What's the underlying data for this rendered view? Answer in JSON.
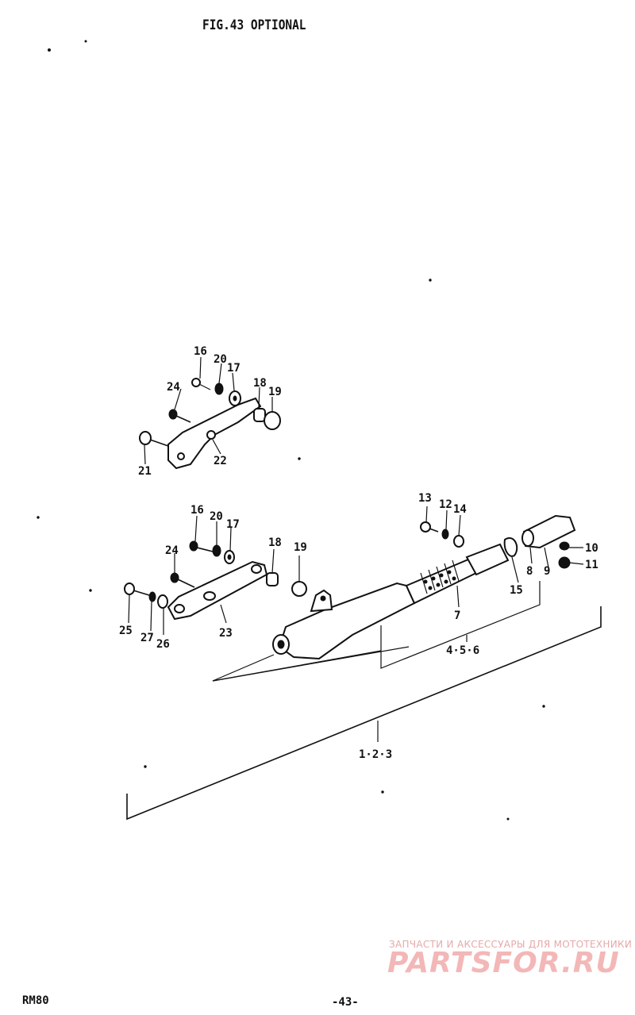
{
  "header": {
    "title": "FIG.43  OPTIONAL"
  },
  "footer": {
    "model": "RM80",
    "page": "-43-"
  },
  "watermark": {
    "tagline": "ЗАПЧАСТИ И АКСЕССУАРЫ ДЛЯ МОТОТЕХНИКИ",
    "logo": "PARTSFOR.RU"
  },
  "callouts": {
    "c16a": "16",
    "c20a": "20",
    "c17a": "17",
    "c24a": "24",
    "c18a": "18",
    "c19a": "19",
    "c21": "21",
    "c22": "22",
    "c16b": "16",
    "c20b": "20",
    "c17b": "17",
    "c24b": "24",
    "c18b": "18",
    "c19b": "19",
    "c25": "25",
    "c27": "27",
    "c26": "26",
    "c23": "23",
    "c13": "13",
    "c12": "12",
    "c14": "14",
    "c10": "10",
    "c11": "11",
    "c15": "15",
    "c8": "8",
    "c9": "9",
    "c7": "7",
    "c456": "4·5·6",
    "c123": "1·2·3"
  }
}
